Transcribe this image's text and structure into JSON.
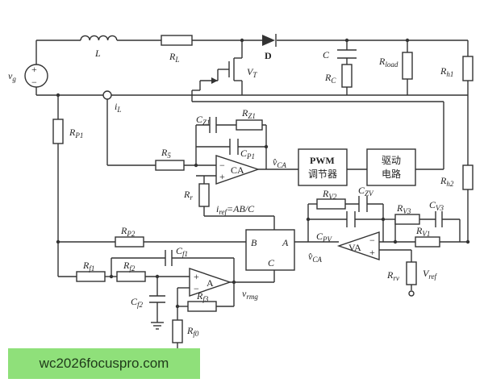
{
  "labels": {
    "vg": "v",
    "vg_sub": "g",
    "plus": "+",
    "minus": "−",
    "L": "L",
    "RL": "R",
    "RL_sub": "L",
    "D": "D",
    "VT": "V",
    "VT_sub": "T",
    "C": "C",
    "RC": "R",
    "RC_sub": "C",
    "Rload": "R",
    "Rload_sub": "load",
    "Rh1": "R",
    "Rh1_sub": "h1",
    "Rh2": "R",
    "Rh2_sub": "h2",
    "iL": "i",
    "iL_sub": "L",
    "RP1": "R",
    "RP1_sub": "P1",
    "CZ1": "C",
    "CZ1_sub": "Z1",
    "RZ1": "R",
    "RZ1_sub": "Z1",
    "CP1": "C",
    "CP1_sub": "P1",
    "R5": "R",
    "R5_sub": "5",
    "CA": "CA",
    "vCA_out": "v̂",
    "vCA_out_sub": "CA",
    "pwm_line1": "PWM",
    "pwm_line2": "调节器",
    "drive_line1": "驱动",
    "drive_line2": "电路",
    "Rr": "R",
    "Rr_sub": "r",
    "iref_eq": "i",
    "iref_sub": "ref",
    "iref_rhs": "=AB/C",
    "RV2": "R",
    "RV2_sub": "V2",
    "CZV": "C",
    "CZV_sub": "ZV",
    "RV3": "R",
    "RV3_sub": "V3",
    "CV3": "C",
    "CV3_sub": "V3",
    "RP2": "R",
    "RP2_sub": "P2",
    "mult_B": "B",
    "mult_A": "A",
    "mult_C": "C",
    "CPV": "C",
    "CPV_sub": "PV",
    "RV1": "R",
    "RV1_sub": "V1",
    "VA": "VA",
    "vCA_in": "v̂",
    "vCA_in_sub": "CA",
    "Rf1": "R",
    "Rf1_sub": "f1",
    "Rf2": "R",
    "Rf2_sub": "f2",
    "Cf1": "C",
    "Cf1_sub": "f1",
    "Cf2": "C",
    "Cf2_sub": "f2",
    "A_amp": "A",
    "Rf3": "R",
    "Rf3_sub": "f3",
    "Rf0": "R",
    "Rf0_sub": "f0",
    "vrmg": "v",
    "vrmg_sub": "rmg",
    "Rrv": "R",
    "Rrv_sub": "rv",
    "Vref": "V",
    "Vref_sub": "ref"
  },
  "watermark": "wc2026focuspro.com"
}
